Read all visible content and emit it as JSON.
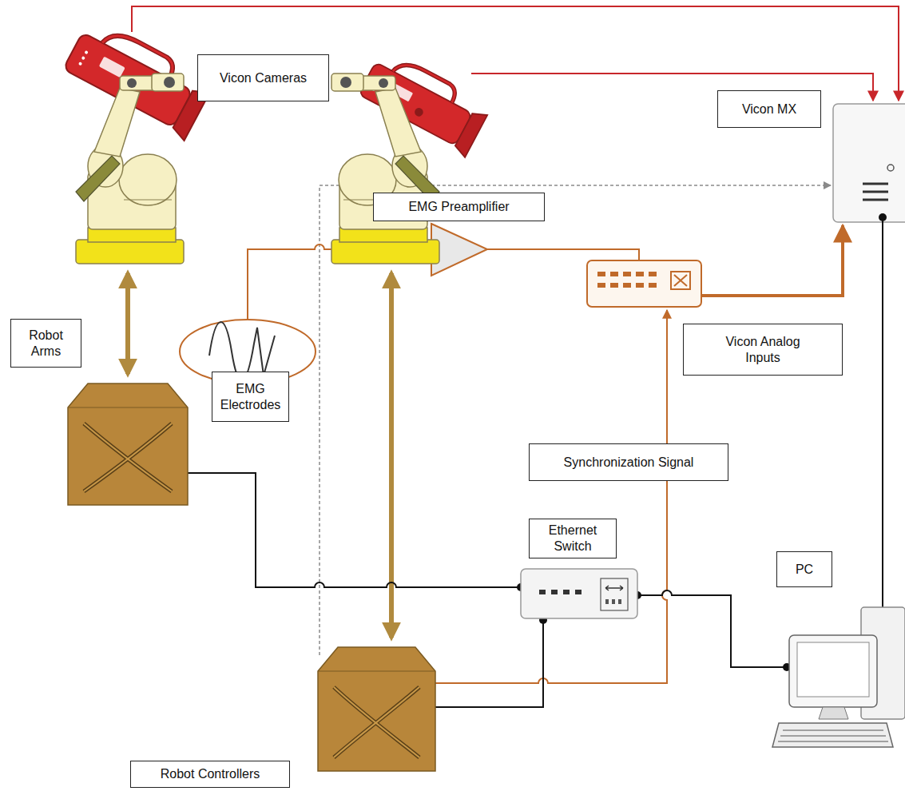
{
  "diagram": {
    "nodes": [
      {
        "text": [
          "Vicon Cameras"
        ]
      },
      {
        "text": [
          "Vicon MX"
        ]
      },
      {
        "text": [
          "EMG Preamplifier"
        ]
      },
      {
        "text": [
          "Robot Arms"
        ]
      },
      {
        "text": [
          "EMG Electrodes"
        ]
      },
      {
        "text": [
          "Vicon Analog Inputs"
        ]
      },
      {
        "text": [
          "Synchronization Signal"
        ]
      },
      {
        "text": [
          "Ethernet Switch"
        ]
      },
      {
        "text": [
          "PC"
        ]
      },
      {
        "text": [
          "Robot Controllers"
        ]
      }
    ]
  }
}
